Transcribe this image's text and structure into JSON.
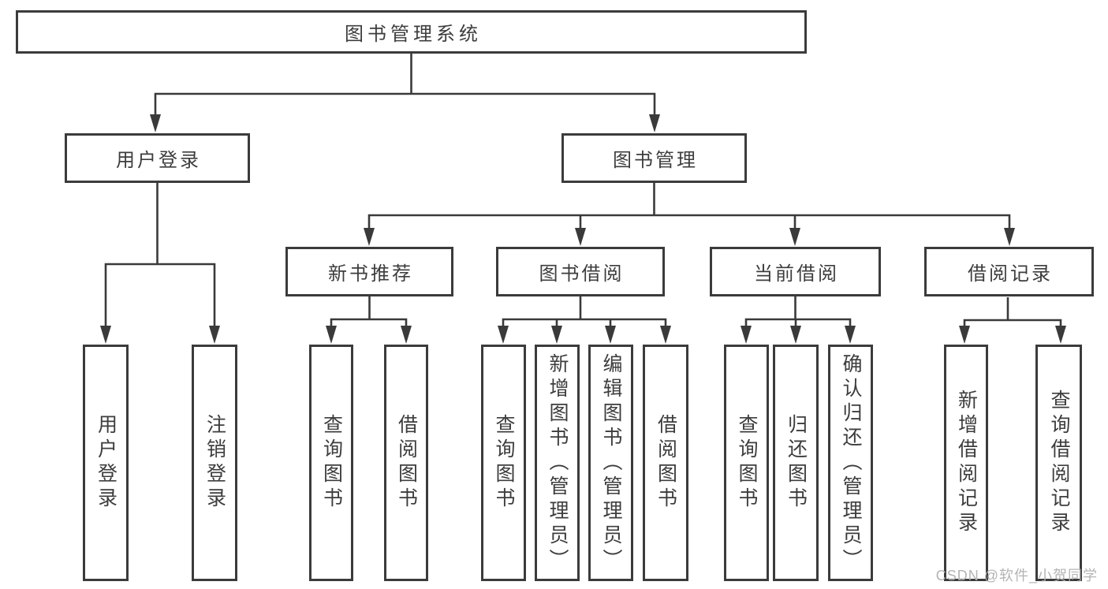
{
  "diagram": {
    "type": "hierarchy-tree",
    "orientation": "top-down"
  },
  "colors": {
    "line": "#3a3a3a",
    "box_border": "#3b3b3b",
    "text": "#3d3d3d",
    "background": "#ffffff",
    "watermark": "#b0b0b0"
  },
  "chart": {
    "root": {
      "label": "图书管理系统",
      "children": [
        {
          "label": "用户登录",
          "children": [
            {
              "label": "用户登录"
            },
            {
              "label": "注销登录"
            }
          ]
        },
        {
          "label": "图书管理",
          "children": [
            {
              "label": "新书推荐",
              "children": [
                {
                  "label": "查询图书"
                },
                {
                  "label": "借阅图书"
                }
              ]
            },
            {
              "label": "图书借阅",
              "children": [
                {
                  "label": "查询图书"
                },
                {
                  "label": "新增图书（管理员）"
                },
                {
                  "label": "编辑图书（管理员）"
                },
                {
                  "label": "借阅图书"
                }
              ]
            },
            {
              "label": "当前借阅",
              "children": [
                {
                  "label": "查询图书"
                },
                {
                  "label": "归还图书"
                },
                {
                  "label": "确认归还（管理员）"
                }
              ]
            },
            {
              "label": "借阅记录",
              "children": [
                {
                  "label": "新增借阅记录"
                },
                {
                  "label": "查询借阅记录"
                }
              ]
            }
          ]
        }
      ]
    }
  },
  "watermark": {
    "text": "CSDN @软件_小贺同学"
  }
}
